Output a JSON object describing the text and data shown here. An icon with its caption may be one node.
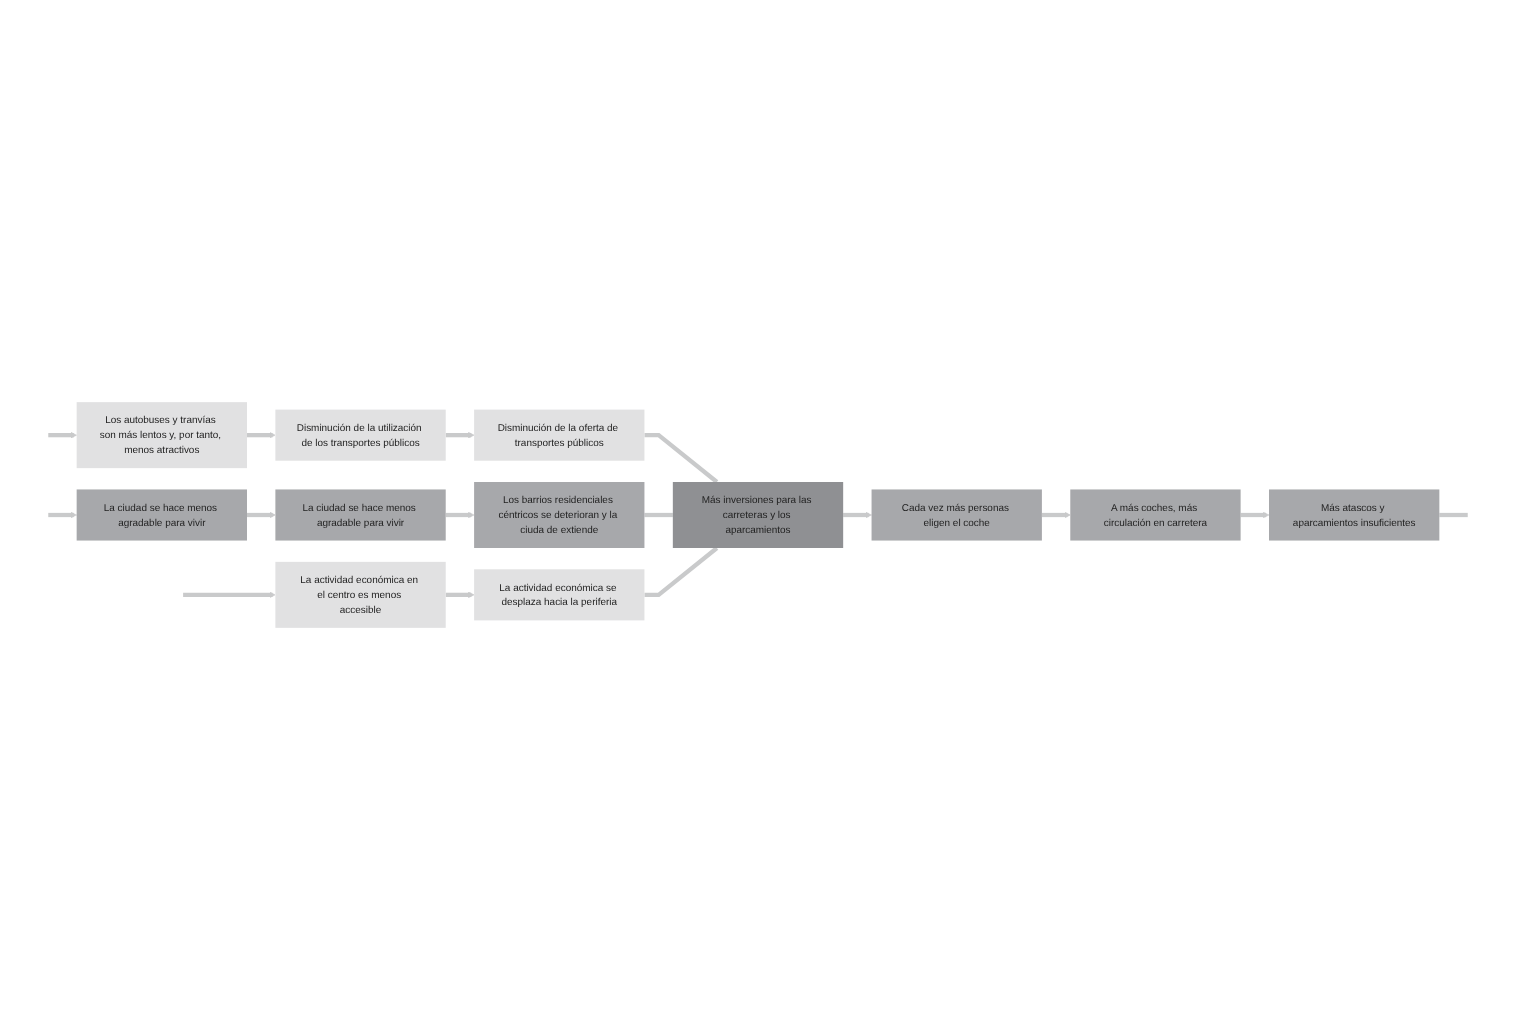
{
  "diagram": {
    "nodes": [
      {
        "text": [
          "Cada vez más personas eligen el coche"
        ]
      },
      {
        "text": [
          "A más coches, más circulación en carretera"
        ]
      },
      {
        "text": [
          "Más atascos y aparcamientos insuficientes"
        ]
      },
      {
        "text": [
          "Más inversiones para las carreteras y los aparcamientos"
        ]
      },
      {
        "text": [
          "Disminución de la oferta de transportes públicos"
        ]
      },
      {
        "text": [
          "Disminución de la utilización de los transportes públicos"
        ]
      },
      {
        "text": [
          "Los autobuses y tranvías son más lentos y, por tanto, menos atractivos"
        ]
      },
      {
        "text": [
          "Los barrios residenciales céntricos se deterioran y la ciuda de extiende"
        ]
      },
      {
        "text": [
          "La ciudad se hace menos agradable para vivir"
        ]
      },
      {
        "text": [
          "La ciudad se hace menos agradable para vivir"
        ]
      },
      {
        "text": [
          "La actividad económica se desplaza hacia la periferia"
        ]
      },
      {
        "text": [
          "La actividad económica en el centro es menos accesible"
        ]
      }
    ],
    "edges": [
      {
        "from": 0,
        "to": 1,
        "arrow": "to"
      },
      {
        "from": 1,
        "to": 2,
        "arrow": "to"
      },
      {
        "from": 2,
        "to": null,
        "arrow": "none"
      },
      {
        "from": null,
        "to": 6,
        "arrow": "to"
      },
      {
        "from": 6,
        "to": 5,
        "arrow": "to"
      },
      {
        "from": 5,
        "to": 4,
        "arrow": "to"
      },
      {
        "from": null,
        "to": 9,
        "arrow": "to"
      },
      {
        "from": 9,
        "to": 8,
        "arrow": "to"
      },
      {
        "from": 8,
        "to": 7,
        "arrow": "to"
      },
      {
        "from": null,
        "to": 11,
        "arrow": "to"
      },
      {
        "from": 11,
        "to": 10,
        "arrow": "to"
      },
      {
        "from": 4,
        "to": 3,
        "arrow": "none"
      },
      {
        "from": 7,
        "to": 3,
        "arrow": "none"
      },
      {
        "from": 10,
        "to": 3,
        "arrow": "none"
      },
      {
        "from": 3,
        "to": 0,
        "arrow": "to"
      }
    ]
  }
}
